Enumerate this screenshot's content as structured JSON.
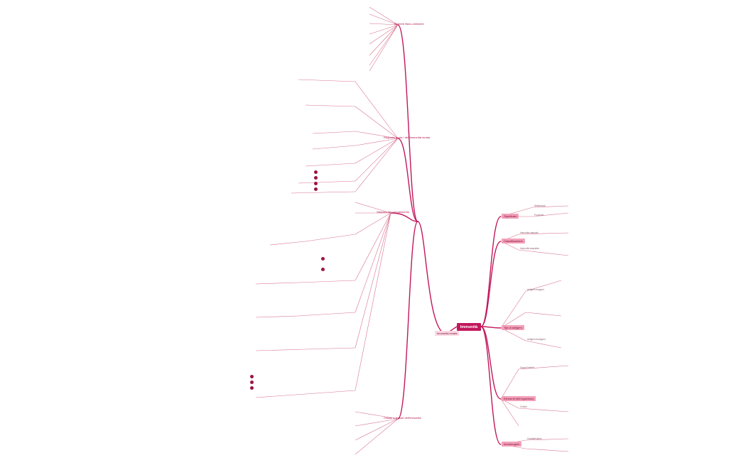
{
  "central": "Immunità",
  "left_topic": "Immunità innata",
  "left_hubs": {
    "top": "Barriere fisico-chimiche",
    "middle": "Risposta acuta / dell'immunità innata",
    "lower": "Sistema del complemento",
    "bottom": "Cellule e tessuti dell'immunità"
  },
  "right_topics": {
    "t1": "Significato",
    "t2": "Classificazione",
    "t3": "Tipi di antigeni",
    "t4": "Elementi dell'organismo",
    "t5": "Immunogeni"
  },
  "right_sub": {
    "t1a": "Definizione",
    "t1b": "Funzione",
    "t2a": "Immunità naturale",
    "t2b": "Immunità acquisita",
    "t3a": "Antigeni esogeni",
    "t3b": "Antigeni endogeni",
    "t4a": "Organi linfoidi",
    "t4b": "Cellule",
    "t5a": "Caratteristiche"
  }
}
